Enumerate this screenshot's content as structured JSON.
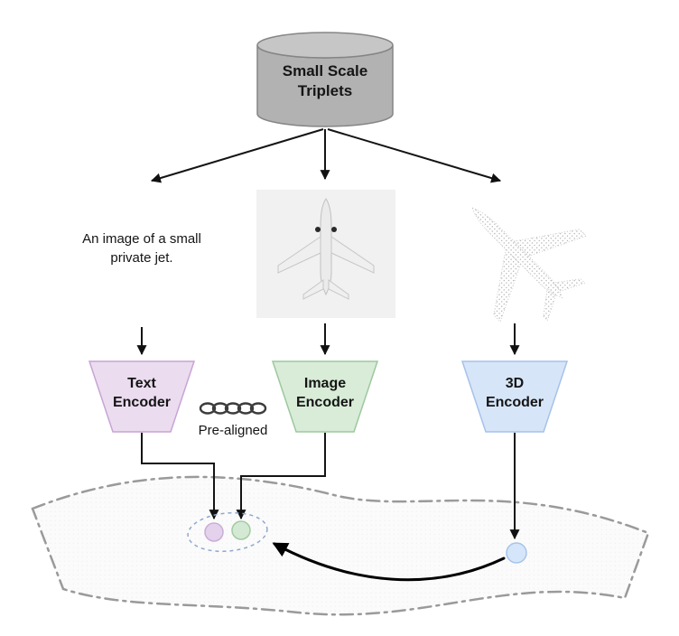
{
  "diagram": {
    "dataset": {
      "label": "Small Scale Triplets",
      "body_fill": "#b2b2b2",
      "top_fill": "#c6c6c6",
      "stroke": "#858585"
    },
    "text_sample": {
      "caption": "An image of a small private jet."
    },
    "encoders": [
      {
        "id": "text-encoder",
        "label": "Text Encoder",
        "fill": "#ecdcf0",
        "stroke": "#c7a4d4"
      },
      {
        "id": "image-encoder",
        "label": "Image Encoder",
        "fill": "#d8ecd8",
        "stroke": "#9dc89e"
      },
      {
        "id": "3d-encoder",
        "label": "3D Encoder",
        "fill": "#d7e5f8",
        "stroke": "#a5c2ea"
      }
    ],
    "prealigned": {
      "label": "Pre-aligned",
      "icon": "chain-icon"
    },
    "embedding_space": {
      "dots": [
        {
          "id": "text-embedding-dot",
          "fill": "#e4d1eb",
          "stroke": "#c9aed6"
        },
        {
          "id": "image-embedding-dot",
          "fill": "#d4e9d4",
          "stroke": "#a3cba3"
        },
        {
          "id": "3d-embedding-dot",
          "fill": "#d5e6fa",
          "stroke": "#a6c3ea"
        }
      ]
    }
  }
}
